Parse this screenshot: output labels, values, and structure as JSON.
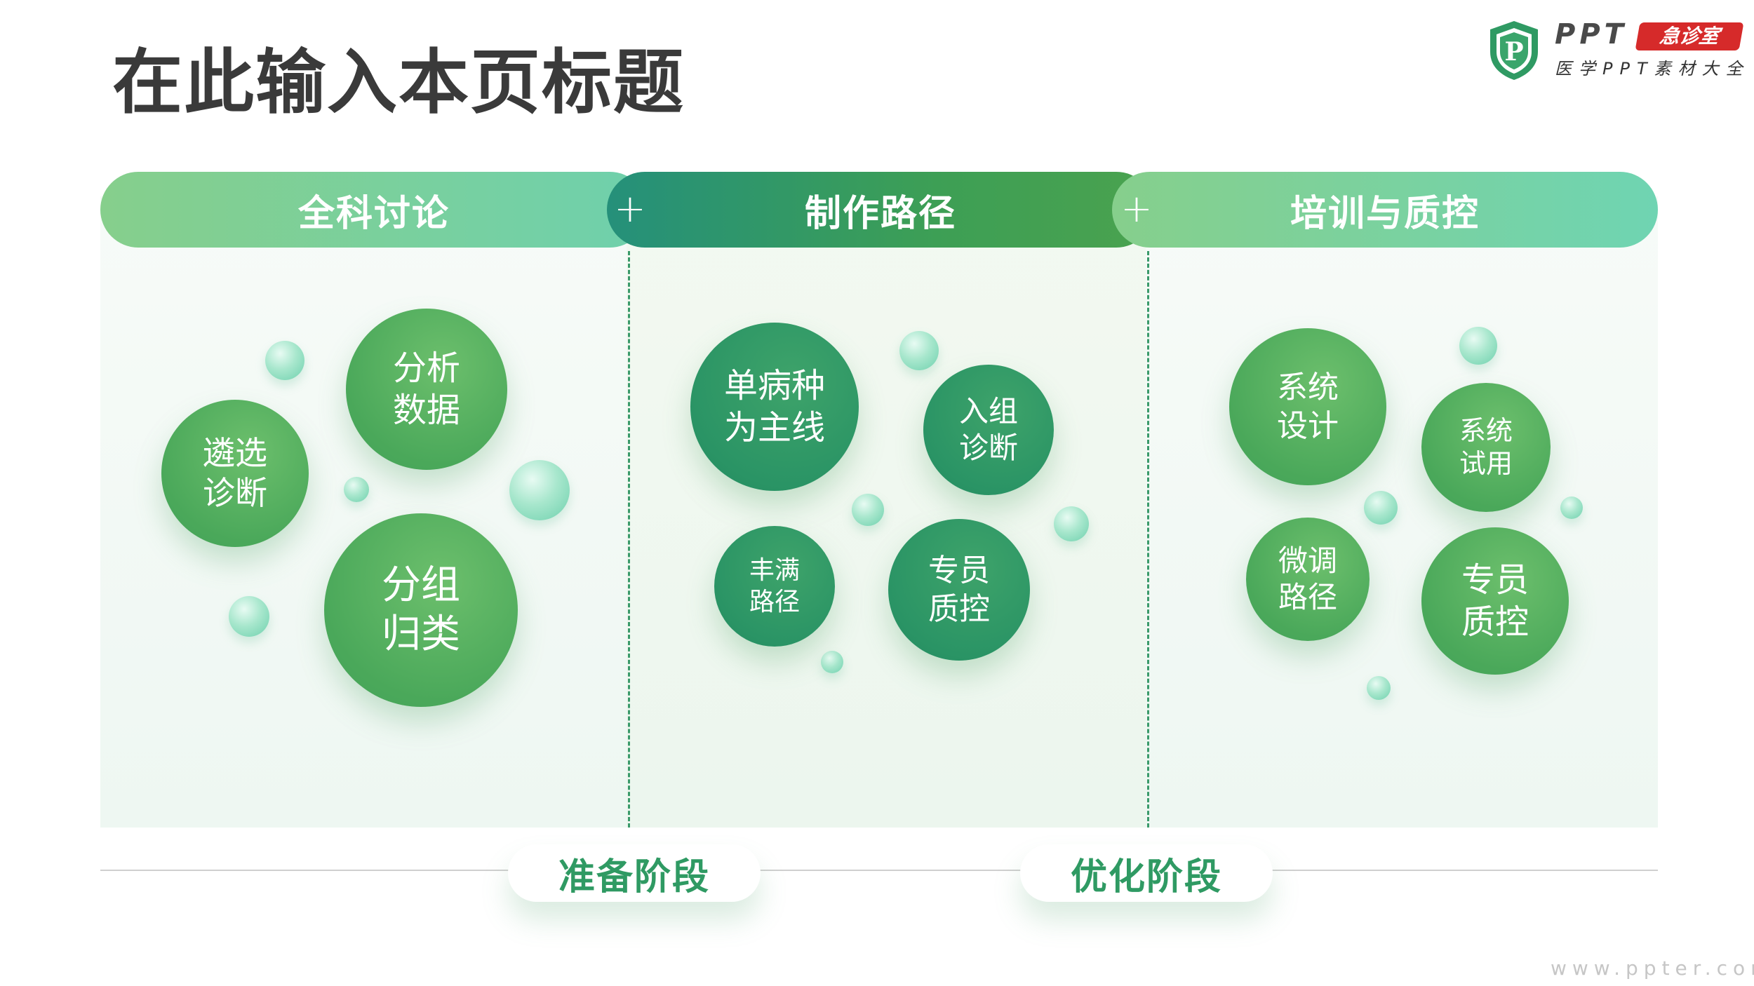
{
  "page": {
    "title": "在此输入本页标题",
    "footer": "www.ppter.com"
  },
  "logo": {
    "ppt": "PPT",
    "badge": "急诊室",
    "subtitle": "医学PPT素材大全",
    "shield_letter": "P"
  },
  "columns": [
    {
      "header": "全科讨论",
      "bubbles": [
        "遴选\n诊断",
        "分析\n数据",
        "分组\n归类"
      ]
    },
    {
      "header": "制作路径",
      "bubbles": [
        "单病种\n为主线",
        "入组\n诊断",
        "丰满\n路径",
        "专员\n质控"
      ]
    },
    {
      "header": "培训与质控",
      "bubbles": [
        "系统\n设计",
        "系统\n试用",
        "微调\n路径",
        "专员\n质控"
      ]
    }
  ],
  "stages": [
    "准备阶段",
    "优化阶段"
  ],
  "separator_glyph": "+",
  "colors": {
    "accent_dark": "#2a9465",
    "accent_light": "#6fd0ac",
    "stage_text": "#2f9a63"
  }
}
